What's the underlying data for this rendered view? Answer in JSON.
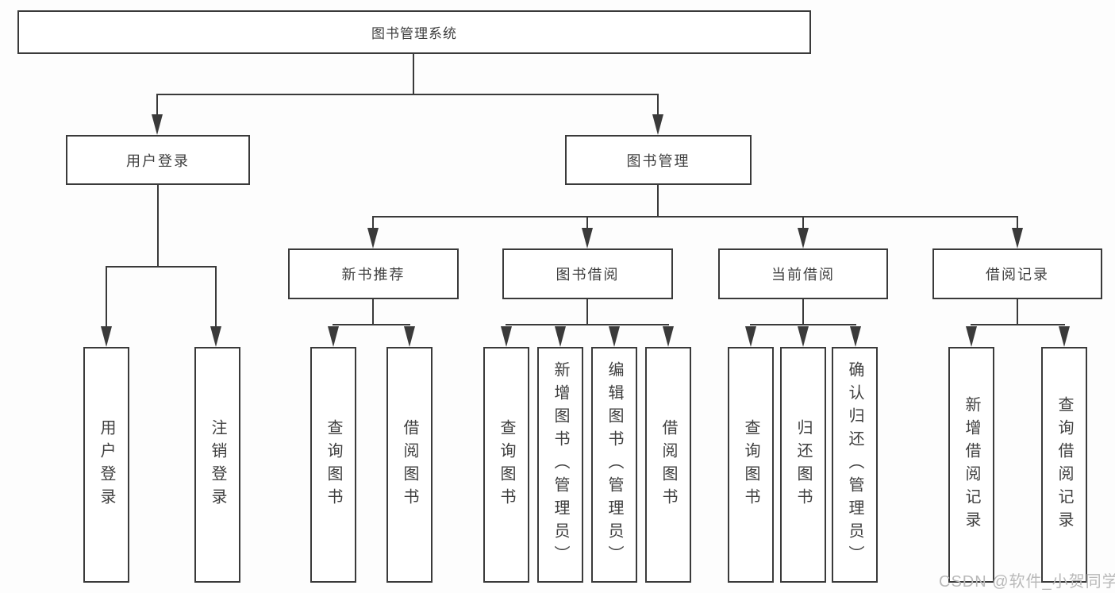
{
  "colors": {
    "line": "#3a3a3a",
    "text": "#3f3f3f",
    "node_fill": "#ffffff",
    "watermark": "#b9b9b9",
    "background": "#fdfdfd"
  },
  "watermark": {
    "text": "CSDN @软件_小贺同学"
  },
  "tree": {
    "root": {
      "label": "图书管理系统",
      "children": [
        {
          "label": "用户登录",
          "children": [
            {
              "label": "用户登录"
            },
            {
              "label": "注销登录"
            }
          ]
        },
        {
          "label": "图书管理",
          "children": [
            {
              "label": "新书推荐",
              "children": [
                {
                  "label": "查询图书"
                },
                {
                  "label": "借阅图书"
                }
              ]
            },
            {
              "label": "图书借阅",
              "children": [
                {
                  "label": "查询图书"
                },
                {
                  "label": "新增图书（管理员）"
                },
                {
                  "label": "编辑图书（管理员）"
                },
                {
                  "label": "借阅图书"
                }
              ]
            },
            {
              "label": "当前借阅",
              "children": [
                {
                  "label": "查询图书"
                },
                {
                  "label": "归还图书"
                },
                {
                  "label": "确认归还（管理员）"
                }
              ]
            },
            {
              "label": "借阅记录",
              "children": [
                {
                  "label": "新增借阅记录"
                },
                {
                  "label": "查询借阅记录"
                }
              ]
            }
          ]
        }
      ]
    }
  }
}
